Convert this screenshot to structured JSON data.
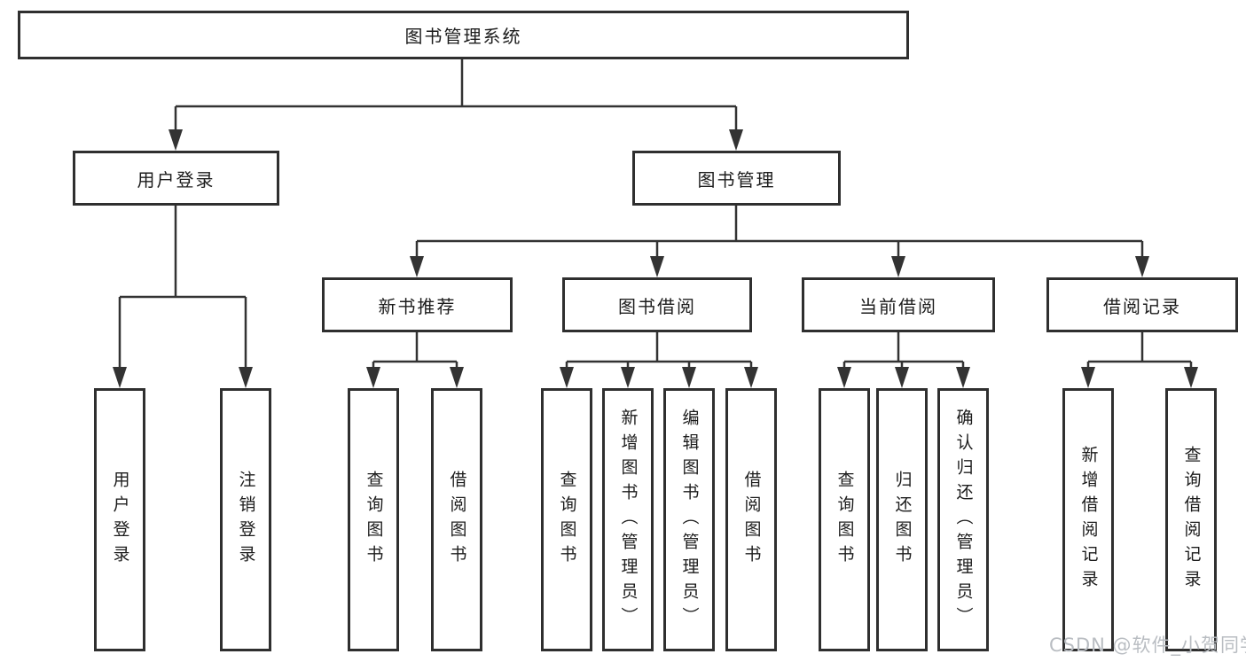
{
  "tree": {
    "label": "图书管理系统",
    "children": [
      {
        "label": "用户登录",
        "children": [
          {
            "label": "用户登录"
          },
          {
            "label": "注销登录"
          }
        ]
      },
      {
        "label": "图书管理",
        "children": [
          {
            "label": "新书推荐",
            "children": [
              {
                "label": "查询图书"
              },
              {
                "label": "借阅图书"
              }
            ]
          },
          {
            "label": "图书借阅",
            "children": [
              {
                "label": "查询图书"
              },
              {
                "label": "新增图书（管理员）"
              },
              {
                "label": "编辑图书（管理员）"
              },
              {
                "label": "借阅图书"
              }
            ]
          },
          {
            "label": "当前借阅",
            "children": [
              {
                "label": "查询图书"
              },
              {
                "label": "归还图书"
              },
              {
                "label": "确认归还（管理员）"
              }
            ]
          },
          {
            "label": "借阅记录",
            "children": [
              {
                "label": "新增借阅记录"
              },
              {
                "label": "查询借阅记录"
              }
            ]
          }
        ]
      }
    ]
  },
  "watermark": "CSDN @软件_小贺同学",
  "colors": {
    "line": "#333333",
    "box_border": "#2f2f2f",
    "box_fill": "#ffffff",
    "text": "#1c1c1c",
    "watermark": "#b9bdc2",
    "background": "#ffffff"
  }
}
